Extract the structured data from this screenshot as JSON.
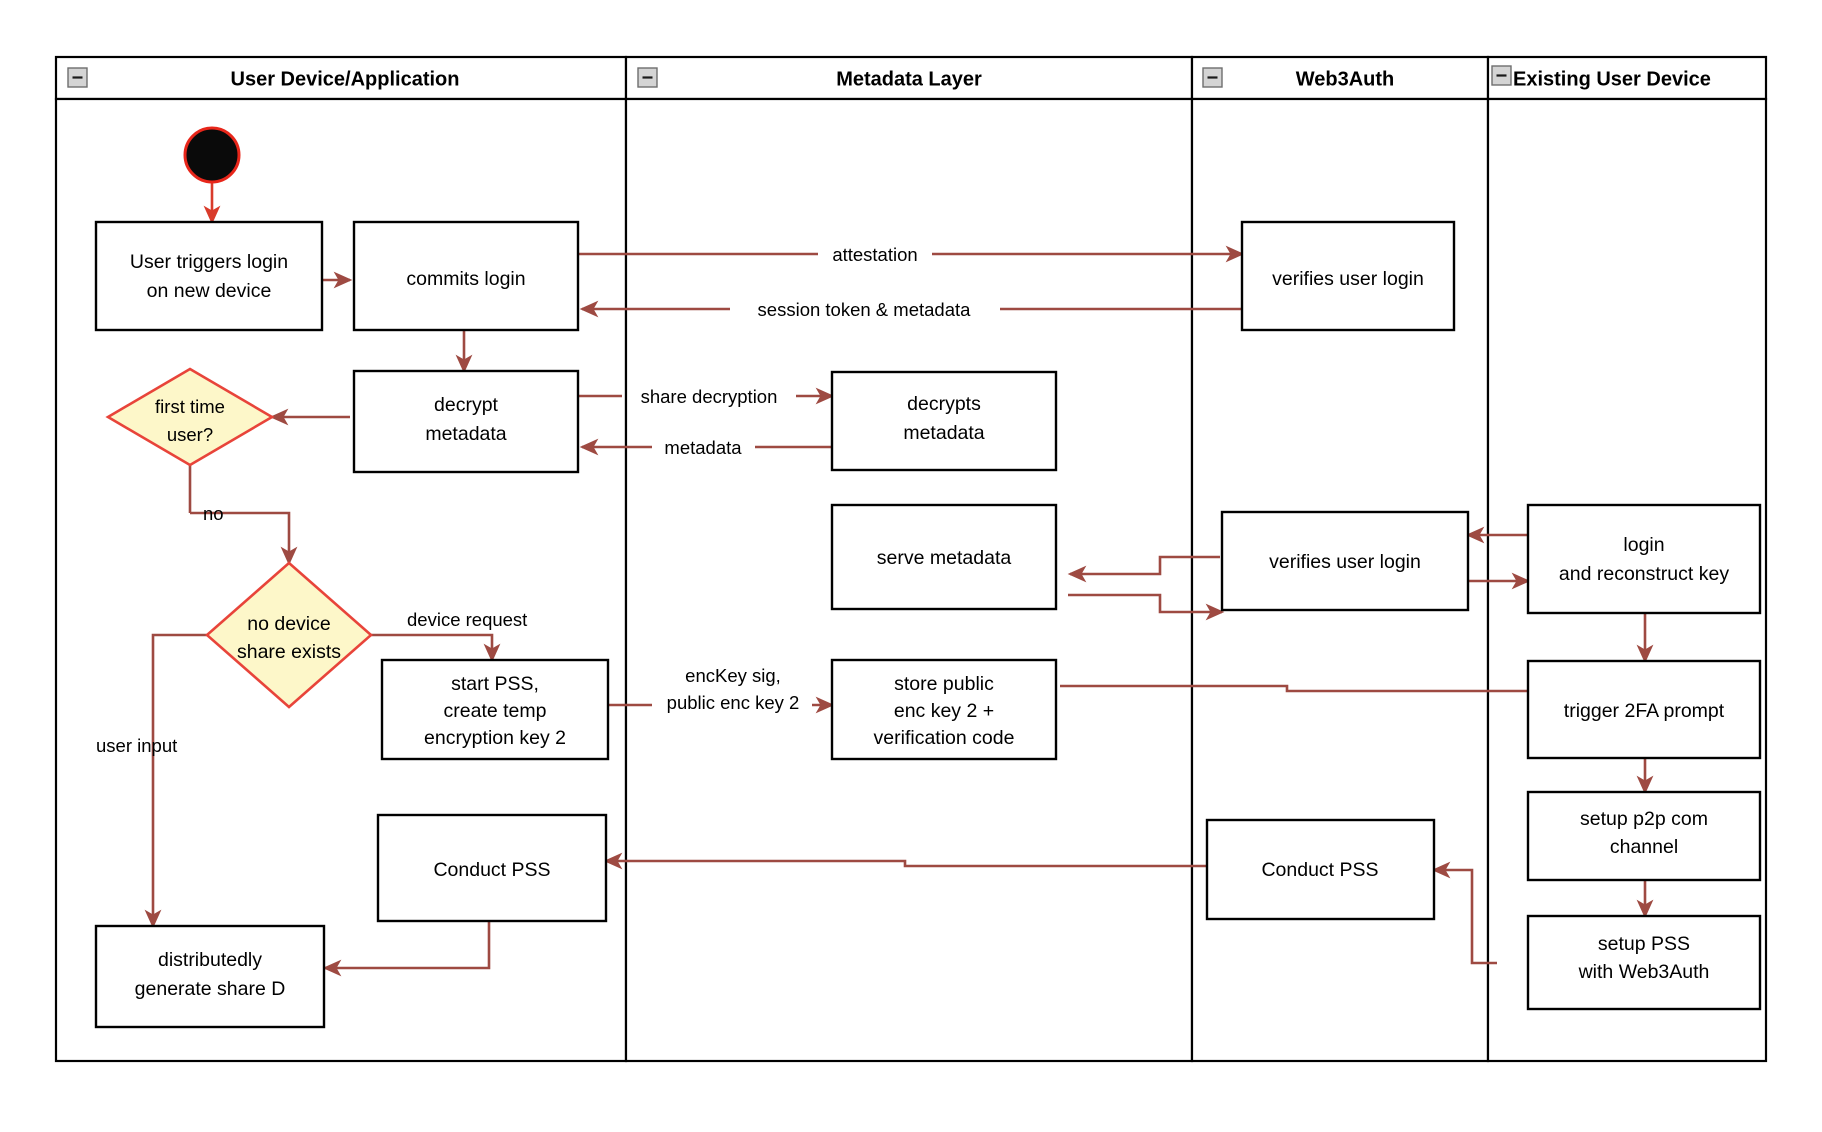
{
  "diagram": {
    "kind": "uml-activity-swimlane",
    "colors": {
      "edge": "#9e4a42",
      "decision_border": "#e8443a",
      "decision_fill": "#fdf7c9",
      "node_border": "#000000",
      "node_fill": "#ffffff",
      "start_node": "#0a0a0a",
      "lane_border": "#000000"
    },
    "lanes": [
      {
        "id": "lane-user-device",
        "title": "User Device/Application",
        "collapse_icon": "minus-box-icon"
      },
      {
        "id": "lane-metadata",
        "title": "Metadata Layer",
        "collapse_icon": "minus-box-icon"
      },
      {
        "id": "lane-web3auth",
        "title": "Web3Auth",
        "collapse_icon": "minus-box-icon"
      },
      {
        "id": "lane-existing-device",
        "title": "Existing User Device",
        "collapse_icon": "minus-box-icon"
      }
    ],
    "nodes": [
      {
        "id": "start",
        "type": "initial",
        "label": ""
      },
      {
        "id": "user-triggers-login",
        "type": "action",
        "lane": "lane-user-device",
        "lines": [
          "User triggers login",
          "on new device"
        ]
      },
      {
        "id": "commits-login",
        "type": "action",
        "lane": "lane-user-device",
        "lines": [
          "commits login"
        ]
      },
      {
        "id": "decrypt-metadata",
        "type": "action",
        "lane": "lane-user-device",
        "lines": [
          "decrypt",
          "metadata"
        ]
      },
      {
        "id": "first-time-user",
        "type": "decision",
        "lane": "lane-user-device",
        "lines": [
          "first time",
          "user?"
        ]
      },
      {
        "id": "no-device-share-exists",
        "type": "decision",
        "lane": "lane-user-device",
        "lines": [
          "no device",
          "share exists"
        ]
      },
      {
        "id": "start-pss-create-temp",
        "type": "action",
        "lane": "lane-user-device",
        "lines": [
          "start PSS,",
          "create temp",
          "encryption key 2"
        ]
      },
      {
        "id": "conduct-pss-user",
        "type": "action",
        "lane": "lane-user-device",
        "lines": [
          "Conduct PSS"
        ]
      },
      {
        "id": "distributedly-generate-share-d",
        "type": "action",
        "lane": "lane-user-device",
        "lines": [
          "distributedly",
          "generate share D"
        ]
      },
      {
        "id": "decrypts-metadata",
        "type": "action",
        "lane": "lane-metadata",
        "lines": [
          "decrypts",
          "metadata"
        ]
      },
      {
        "id": "serve-metadata",
        "type": "action",
        "lane": "lane-metadata",
        "lines": [
          "serve metadata"
        ]
      },
      {
        "id": "store-public-enc-key",
        "type": "action",
        "lane": "lane-metadata",
        "lines": [
          "store public",
          "enc key 2 +",
          "verification code"
        ]
      },
      {
        "id": "verifies-user-login-1",
        "type": "action",
        "lane": "lane-web3auth",
        "lines": [
          "verifies user login"
        ]
      },
      {
        "id": "verifies-user-login-2",
        "type": "action",
        "lane": "lane-web3auth",
        "lines": [
          "verifies user login"
        ]
      },
      {
        "id": "conduct-pss-web3auth",
        "type": "action",
        "lane": "lane-web3auth",
        "lines": [
          "Conduct PSS"
        ]
      },
      {
        "id": "login-and-reconstruct-key",
        "type": "action",
        "lane": "lane-existing-device",
        "lines": [
          "login",
          "and reconstruct key"
        ]
      },
      {
        "id": "trigger-2fa-prompt",
        "type": "action",
        "lane": "lane-existing-device",
        "lines": [
          "trigger 2FA prompt"
        ]
      },
      {
        "id": "setup-p2p-com-channel",
        "type": "action",
        "lane": "lane-existing-device",
        "lines": [
          "setup p2p com",
          "channel"
        ]
      },
      {
        "id": "setup-pss-with-web3auth",
        "type": "action",
        "lane": "lane-existing-device",
        "lines": [
          "setup PSS",
          "with Web3Auth"
        ]
      }
    ],
    "edge_labels": {
      "attestation": "attestation",
      "session_token": "session token & metadata",
      "share_decryption": "share decryption",
      "metadata": "metadata",
      "no": "no",
      "device_request": "device request",
      "user_input": "user input",
      "enc_key_line1": "encKey sig,",
      "enc_key_line2": "public enc key 2"
    }
  }
}
